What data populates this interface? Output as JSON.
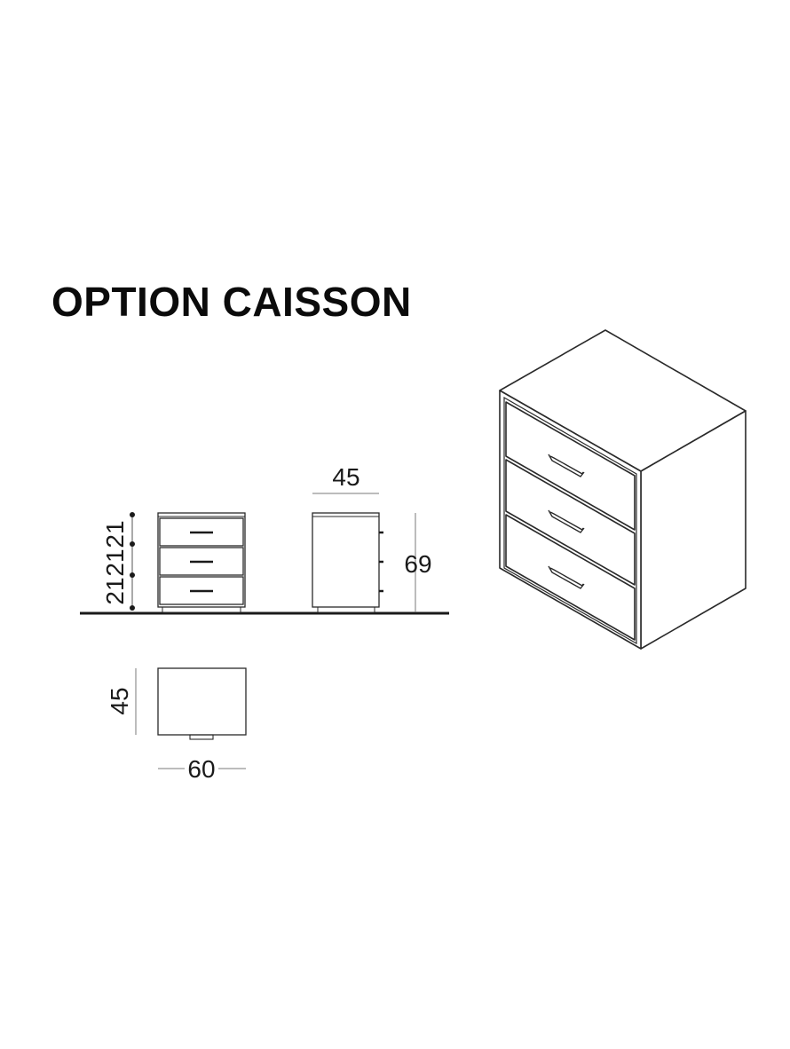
{
  "title": "OPTION CAISSON",
  "dimensions": {
    "drawer_1": "21",
    "drawer_2": "21",
    "drawer_3": "21",
    "side_depth": "45",
    "height": "69",
    "top_depth": "45",
    "width": "60"
  }
}
